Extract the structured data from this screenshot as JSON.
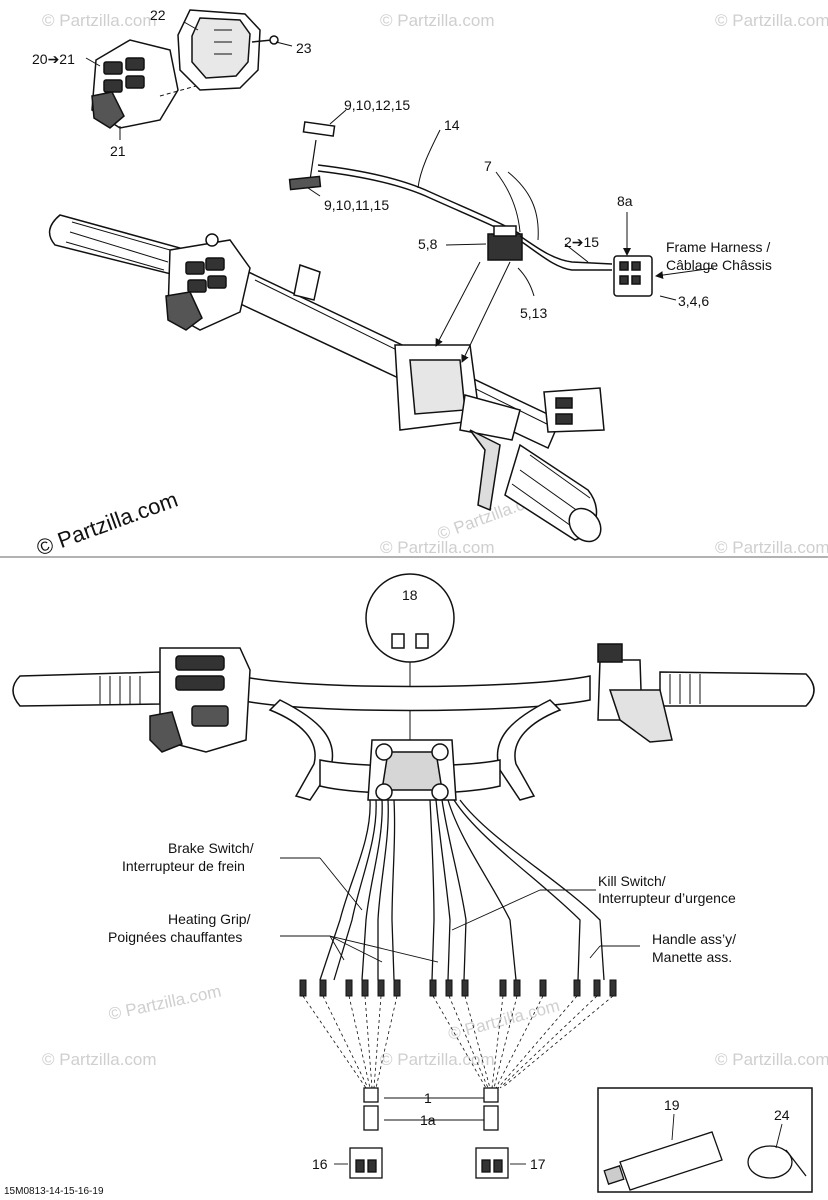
{
  "watermark": "© Partzilla.com",
  "brand_mark": "© Partzilla.com",
  "diagram_code": "15M0813-14-15-16-19",
  "callouts": {
    "c22": "22",
    "c20_21": "20➔21",
    "c23": "23",
    "c21": "21",
    "c9_10_12_15": "9,10,12,15",
    "c14": "14",
    "c7": "7",
    "c9_10_11_15": "9,10,11,15",
    "c8a": "8a",
    "c5_8": "5,8",
    "c2_15": "2➔15",
    "c3_4_6": "3,4,6",
    "c5_13": "5,13",
    "c18": "18",
    "c1": "1",
    "c1a": "1a",
    "c16": "16",
    "c17": "17",
    "c19": "19",
    "c24": "24"
  },
  "labels": {
    "frame_harness_1": "Frame Harness /",
    "frame_harness_2": "Câblage Châssis",
    "brake_switch_1": "Brake Switch/",
    "brake_switch_2": "Interrupteur de frein",
    "kill_switch_1": "Kill Switch/",
    "kill_switch_2": "Interrupteur d’urgence",
    "heating_grip_1": "Heating Grip/",
    "heating_grip_2": "Poignées chauffantes",
    "handle_assy_1": "Handle ass’y/",
    "handle_assy_2": "Manette ass."
  }
}
